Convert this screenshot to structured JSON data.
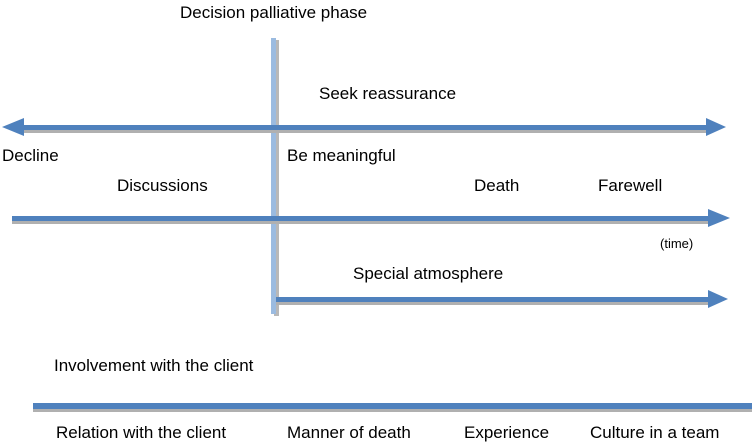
{
  "title": "Decision palliative phase",
  "labels": {
    "seek_reassurance": "Seek reassurance",
    "decline": "Decline",
    "be_meaningful": "Be meaningful",
    "discussions": "Discussions",
    "death": "Death",
    "farewell": "Farewell",
    "time": "(time)",
    "special_atmosphere": "Special atmosphere",
    "involvement": "Involvement with the client"
  },
  "bottom_labels": [
    "Relation with the client",
    "Manner of death",
    "Experience",
    "Culture in a team"
  ],
  "colors": {
    "arrow": "#4f81bd",
    "shadow": "#a9a9a9",
    "divider": "#9bbbe0"
  }
}
